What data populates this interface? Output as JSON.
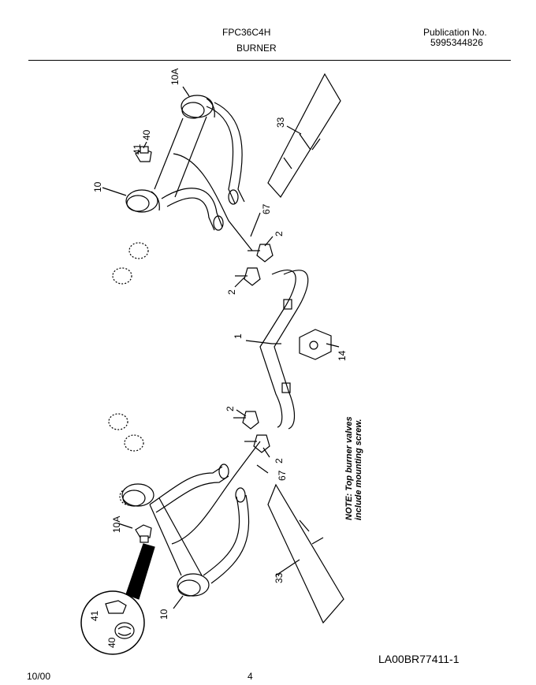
{
  "header": {
    "model": "FPC36C4H",
    "section": "BURNER",
    "publication_label": "Publication No.",
    "publication_number": "5995344826"
  },
  "callouts": {
    "c10a_top": "10A",
    "c40_top": "40",
    "c41_top": "41",
    "c10_top": "10",
    "c33_top": "33",
    "c67_top": "67",
    "c2_a": "2",
    "c2_b": "2",
    "c1": "1",
    "c14": "14",
    "c2_c": "2",
    "c2_d": "2",
    "c67_bottom": "67",
    "c10a_bottom": "10A",
    "c33_bottom": "33",
    "c41_bottom": "41",
    "c40_bottom": "40",
    "c10_bottom": "10"
  },
  "note": {
    "line1": "NOTE: Top burner valves",
    "line2": "include mounting screw."
  },
  "footer": {
    "figure_id": "LA00BR77411-1",
    "date": "10/00",
    "page": "4"
  }
}
